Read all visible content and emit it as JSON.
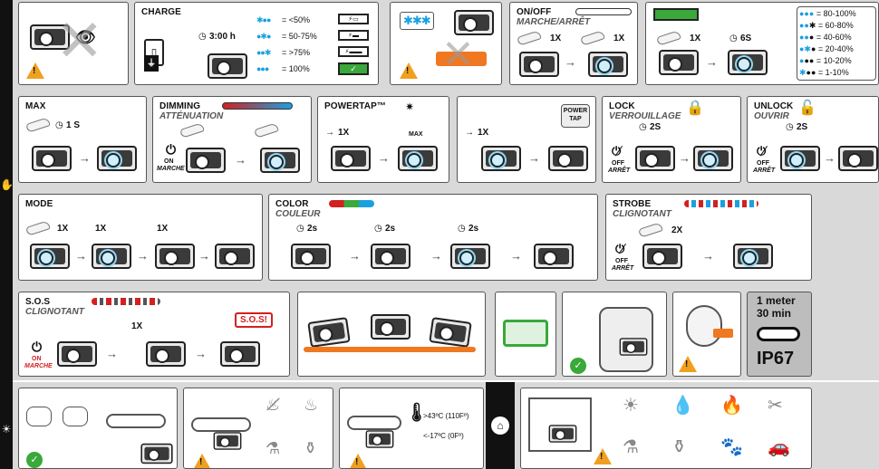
{
  "sidebar": {
    "icons": [
      "hand-icon",
      "sun-icon",
      "home-icon"
    ]
  },
  "charge": {
    "title": "CHARGE",
    "time": "3:00 h",
    "levels": [
      "= <50%",
      "= 50-75%",
      "= >75%",
      "= 100%"
    ]
  },
  "onoff": {
    "title": "ON/OFF",
    "subtitle": "MARCHE/ARRÊT",
    "press1": "1X",
    "press2": "1X"
  },
  "lowpower": {
    "press": "1X",
    "hold": "6S",
    "levels": [
      "= 80-100%",
      "= 60-80%",
      "= 40-60%",
      "= 20-40%",
      "= 10-20%",
      "= 1-10%"
    ]
  },
  "max": {
    "title": "MAX",
    "hold": "1 S"
  },
  "dimming": {
    "title": "DIMMING",
    "subtitle": "ATTÉNUATION",
    "on_label": "ON",
    "on_sub": "MARCHE"
  },
  "powertap": {
    "title": "POWERTAP™",
    "press": "1X",
    "max_label": "MAX",
    "press2": "1X",
    "button_label": "POWER TAP"
  },
  "lock": {
    "title": "LOCK",
    "subtitle": "VERROUILLAGE",
    "hold": "2S",
    "off_label": "OFF",
    "off_sub": "ARRÊT"
  },
  "unlock": {
    "title": "UNLOCK",
    "subtitle": "OUVRIR",
    "hold": "2S",
    "off_label": "OFF",
    "off_sub": "ARRÊT"
  },
  "mode": {
    "title": "MODE",
    "press1": "1X",
    "press2": "1X",
    "press3": "1X"
  },
  "color": {
    "title": "COLOR",
    "subtitle": "COULEUR",
    "hold1": "2s",
    "hold2": "2s",
    "hold3": "2s"
  },
  "strobe": {
    "title": "STROBE",
    "subtitle": "CLIGNOTANT",
    "press": "2X",
    "off_label": "OFF",
    "off_sub": "ARRÊT"
  },
  "sos": {
    "title": "S.O.S",
    "subtitle": "CLIGNOTANT",
    "press": "1X",
    "on_label": "ON",
    "on_sub": "MARCHE",
    "sos_label": "S.O.S!"
  },
  "ip": {
    "depth": "1 meter",
    "duration": "30 min",
    "rating": "IP67"
  },
  "temperature": {
    "high": ">43ºC (110Fº)",
    "low": "<-17ºC (0Fº)"
  }
}
